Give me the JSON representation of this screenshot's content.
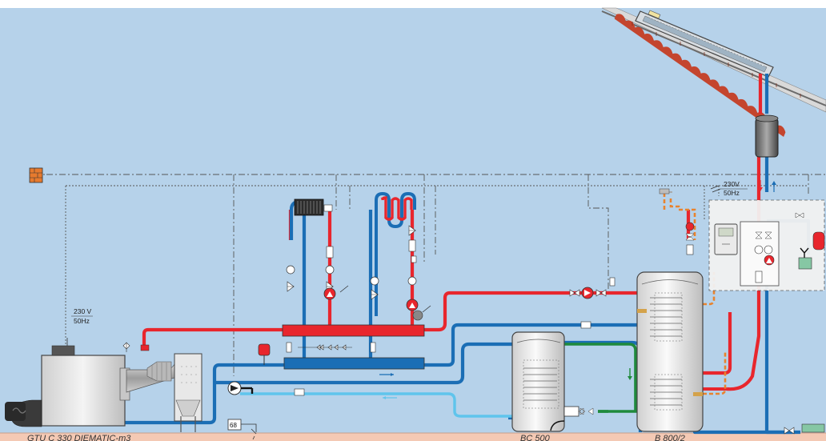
{
  "colors": {
    "background": "#b6d2ea",
    "floor": "#f4c9b4",
    "hot_pipe": "#e8262d",
    "cold_pipe": "#1b6eb5",
    "light_cold_pipe": "#5fc4ec",
    "solar_loop": "#1f8a3c",
    "ecs_dashed": "#e8832e",
    "control_wire": "#555555",
    "roof_tile": "#c4452e",
    "equipment": "#eaeaea"
  },
  "labels": {
    "boiler": "GTU C 330 DIEMATIC-m3",
    "tank_small": "BC 500",
    "tank_large": "B 800/2",
    "boiler_power_v": "230 V",
    "boiler_power_hz": "50Hz",
    "solar_power_v": "230V",
    "solar_power_hz": "50Hz",
    "gauge_value": "68"
  },
  "icons": {
    "outdoor_sensor": "outdoor-sensor-icon",
    "radiator": "radiator-icon",
    "underfloor_coil": "underfloor-coil-icon",
    "pump": "circulator-pump-icon",
    "valve": "valve-icon",
    "thermometer": "thermometer-icon",
    "expansion_vessel": "expansion-vessel-icon",
    "solar_collector": "solar-collector-icon",
    "solar_controller": "solar-controller-icon"
  }
}
